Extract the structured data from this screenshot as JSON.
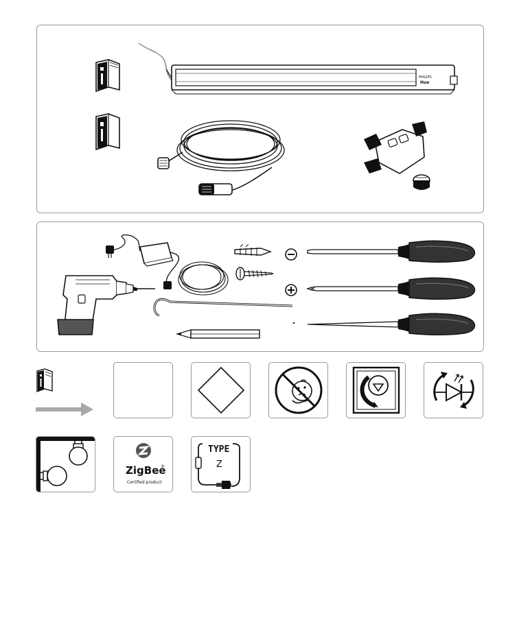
{
  "product_brand_text": "PHILIPS",
  "product_model_text": "Hue",
  "screwdriver_types": {
    "slotted": "⊖",
    "phillips": "⊕",
    "awl": "·"
  },
  "symbols": {
    "zigbee_logo_text": "ZigBee",
    "zigbee_mark": "®",
    "zigbee_certified": "Certified product",
    "type_label": "TYPE",
    "type_letter": "Z"
  },
  "icons": {
    "manual": "manual-icon",
    "arrow": "arrow-right-icon",
    "diamond": "diamond-icon",
    "no_children": "no-children-icon",
    "lamp_rotate": "lamp-orientation-icon",
    "led": "led-diode-icon",
    "lamps": "lamp-placement-icon",
    "type_z": "type-z-cord-icon"
  },
  "colors": {
    "border": "#9a9a9a",
    "ink": "#111111",
    "arrow_grey": "#a8a8a8"
  }
}
